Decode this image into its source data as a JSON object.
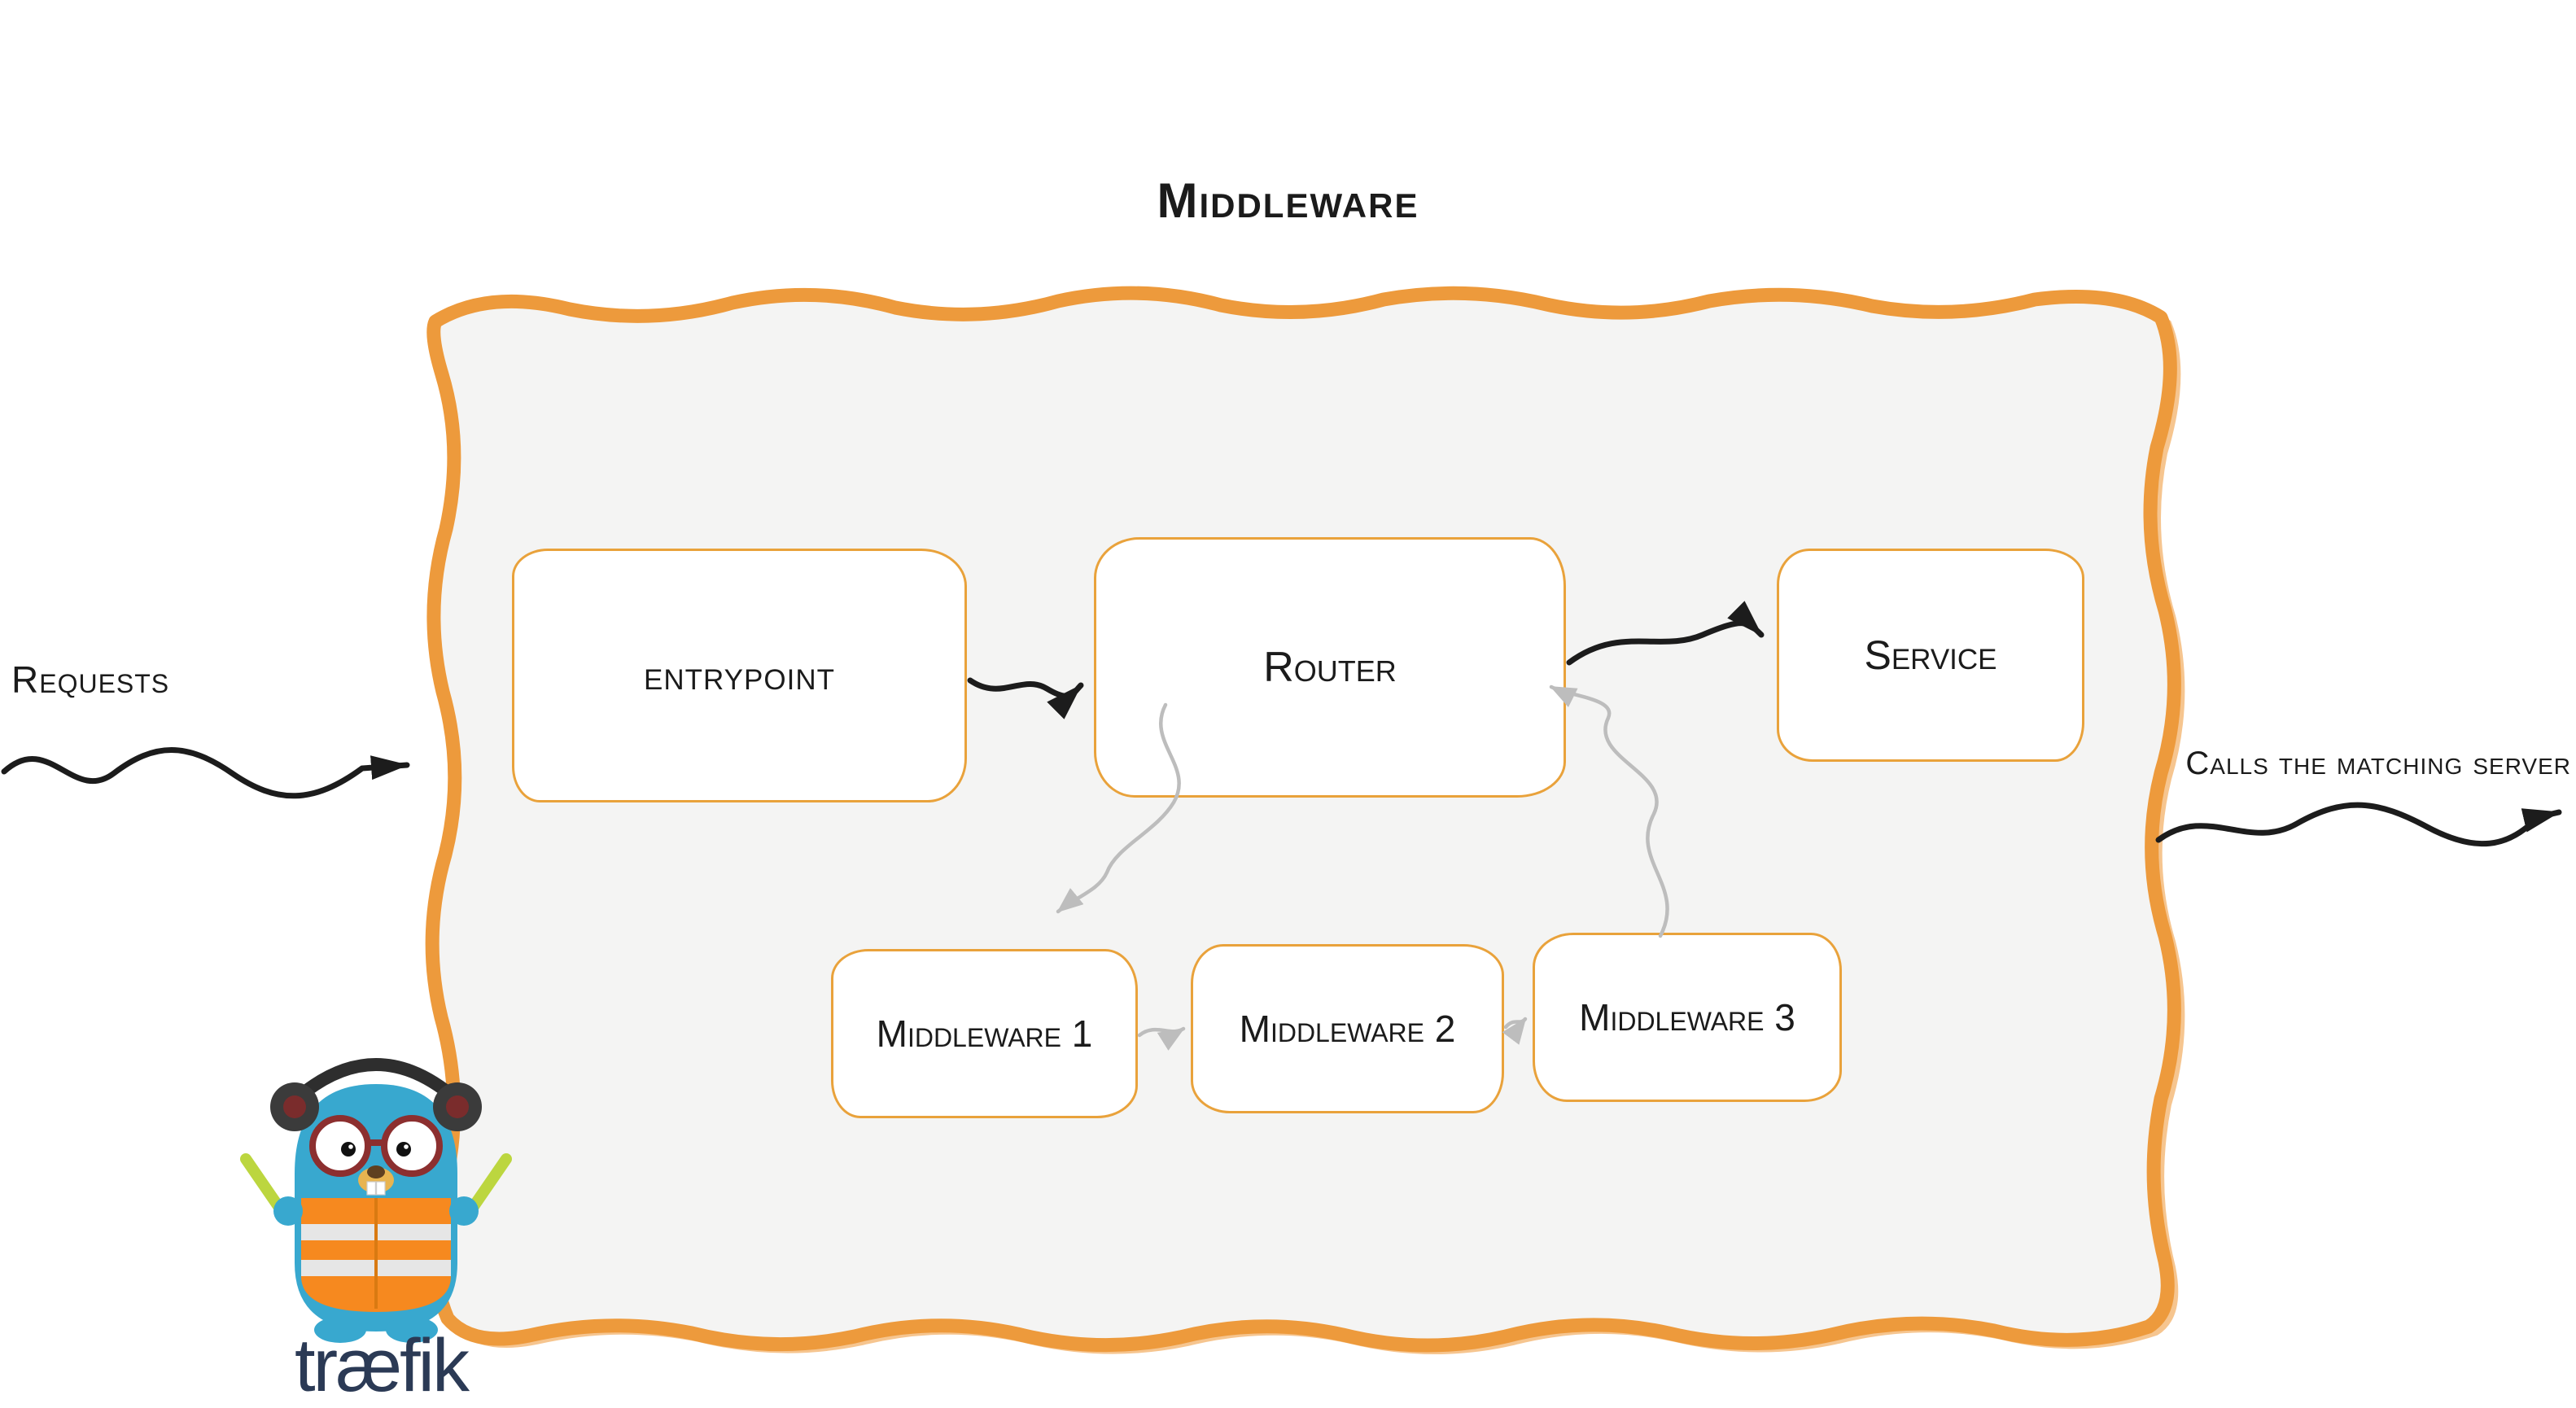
{
  "title": "Middleware",
  "labels": {
    "requests": "Requests",
    "calls": "Calls the matching server"
  },
  "nodes": {
    "entrypoint": "entrypoint",
    "router": "Router",
    "service": "Service",
    "middleware1": "Middleware 1",
    "middleware2": "Middleware 2",
    "middleware3": "Middleware 3"
  },
  "logo": {
    "wordmark": "træfik"
  },
  "colors": {
    "frame_orange": "#ED9A3C",
    "frame_fill": "#F4F4F3",
    "node_border": "#E9A23B",
    "arrow_black": "#1C1C1C",
    "arrow_gray": "#BDBDBD",
    "text": "#1B1B1B",
    "logo_text": "#2B3A55",
    "gopher_blue": "#38A8CF",
    "vest_orange": "#F6891F",
    "stick_green": "#BCD63F"
  }
}
